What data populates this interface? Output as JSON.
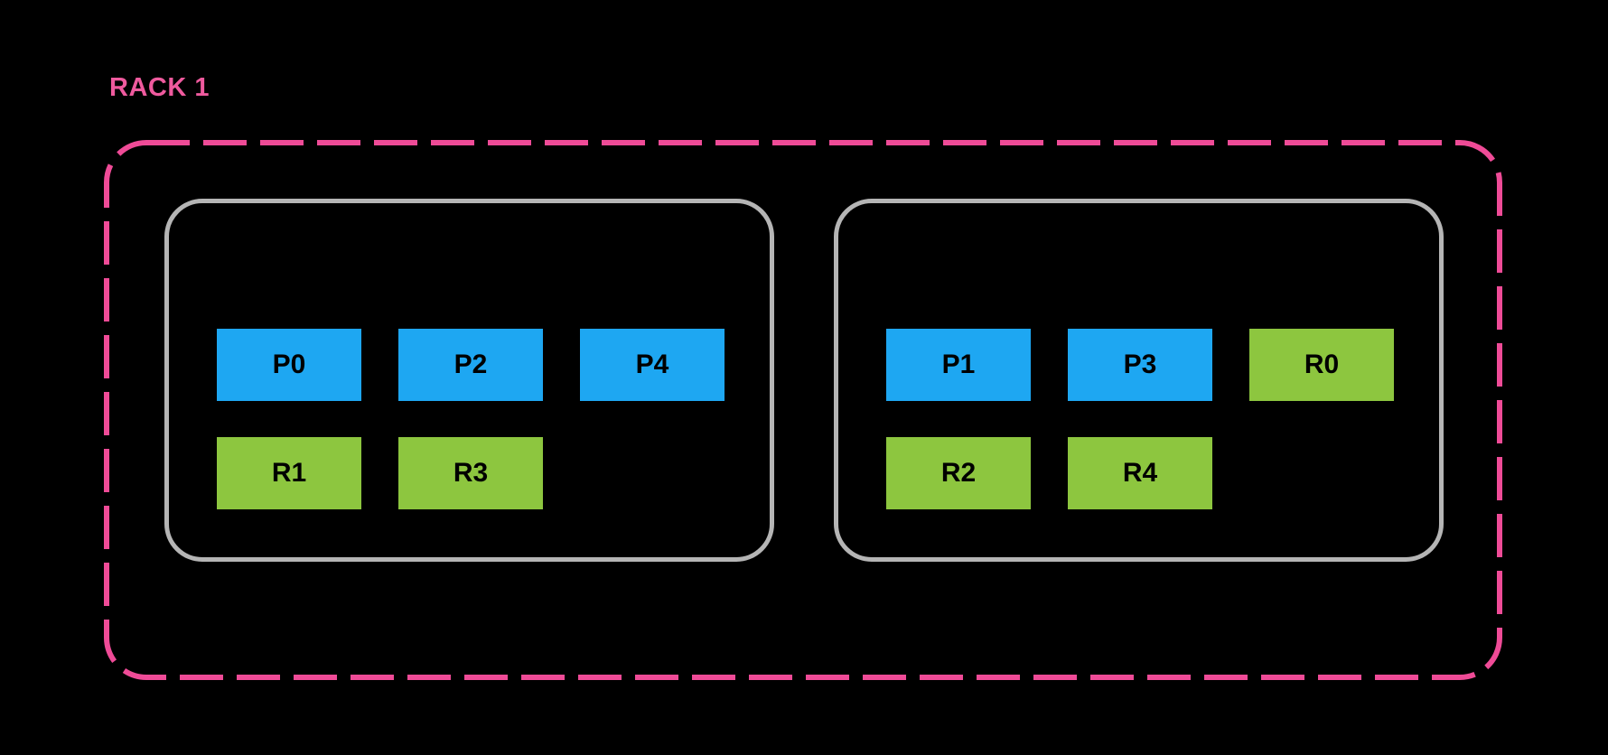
{
  "diagram": {
    "title": "RACK 1",
    "colors": {
      "background": "#000000",
      "rack_title": "#ef5a9e",
      "rack_border": "#ef4b97",
      "node_border": "#b5b5b5",
      "primary_fill": "#1ea7f2",
      "replica_fill": "#8dc63f",
      "slot_text": "#000000"
    },
    "nodes": [
      {
        "slots": [
          {
            "label": "P0",
            "role": "primary"
          },
          {
            "label": "P2",
            "role": "primary"
          },
          {
            "label": "P4",
            "role": "primary"
          },
          {
            "label": "R1",
            "role": "replica"
          },
          {
            "label": "R3",
            "role": "replica"
          }
        ]
      },
      {
        "slots": [
          {
            "label": "P1",
            "role": "primary"
          },
          {
            "label": "P3",
            "role": "primary"
          },
          {
            "label": "R0",
            "role": "replica"
          },
          {
            "label": "R2",
            "role": "replica"
          },
          {
            "label": "R4",
            "role": "replica"
          }
        ]
      }
    ]
  }
}
